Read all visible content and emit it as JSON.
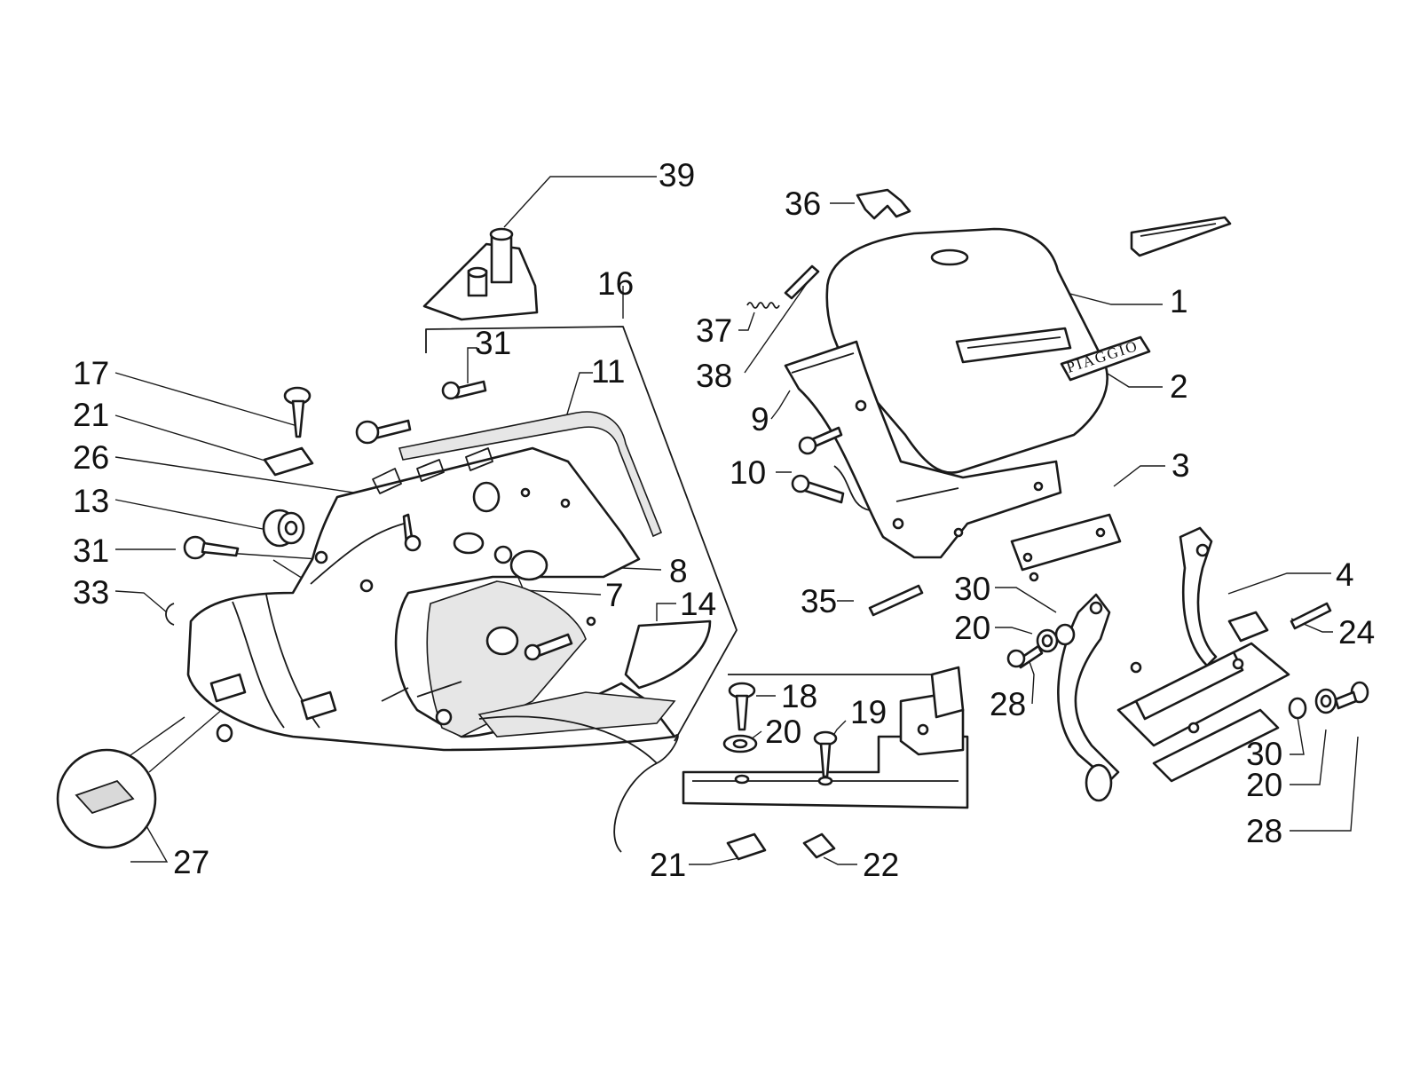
{
  "diagram": {
    "brand_text": "PIAGGIO",
    "callouts": [
      {
        "id": "c39",
        "text": "39"
      },
      {
        "id": "c36",
        "text": "36"
      },
      {
        "id": "c16",
        "text": "16"
      },
      {
        "id": "c1",
        "text": "1"
      },
      {
        "id": "c37",
        "text": "37"
      },
      {
        "id": "c31a",
        "text": "31"
      },
      {
        "id": "c11",
        "text": "11"
      },
      {
        "id": "c17",
        "text": "17"
      },
      {
        "id": "c38",
        "text": "38"
      },
      {
        "id": "c2",
        "text": "2"
      },
      {
        "id": "c21a",
        "text": "21"
      },
      {
        "id": "c9",
        "text": "9"
      },
      {
        "id": "c26",
        "text": "26"
      },
      {
        "id": "c3",
        "text": "3"
      },
      {
        "id": "c10",
        "text": "10"
      },
      {
        "id": "c13",
        "text": "13"
      },
      {
        "id": "c31b",
        "text": "31"
      },
      {
        "id": "c8",
        "text": "8"
      },
      {
        "id": "c4",
        "text": "4"
      },
      {
        "id": "c30a",
        "text": "30"
      },
      {
        "id": "c33",
        "text": "33"
      },
      {
        "id": "c7",
        "text": "7"
      },
      {
        "id": "c35",
        "text": "35"
      },
      {
        "id": "c14",
        "text": "14"
      },
      {
        "id": "c20a",
        "text": "20"
      },
      {
        "id": "c24",
        "text": "24"
      },
      {
        "id": "c18",
        "text": "18"
      },
      {
        "id": "c28a",
        "text": "28"
      },
      {
        "id": "c19",
        "text": "19"
      },
      {
        "id": "c20b",
        "text": "20"
      },
      {
        "id": "c30b",
        "text": "30"
      },
      {
        "id": "c20c",
        "text": "20"
      },
      {
        "id": "c27",
        "text": "27"
      },
      {
        "id": "c28b",
        "text": "28"
      },
      {
        "id": "c21b",
        "text": "21"
      },
      {
        "id": "c22",
        "text": "22"
      }
    ]
  }
}
